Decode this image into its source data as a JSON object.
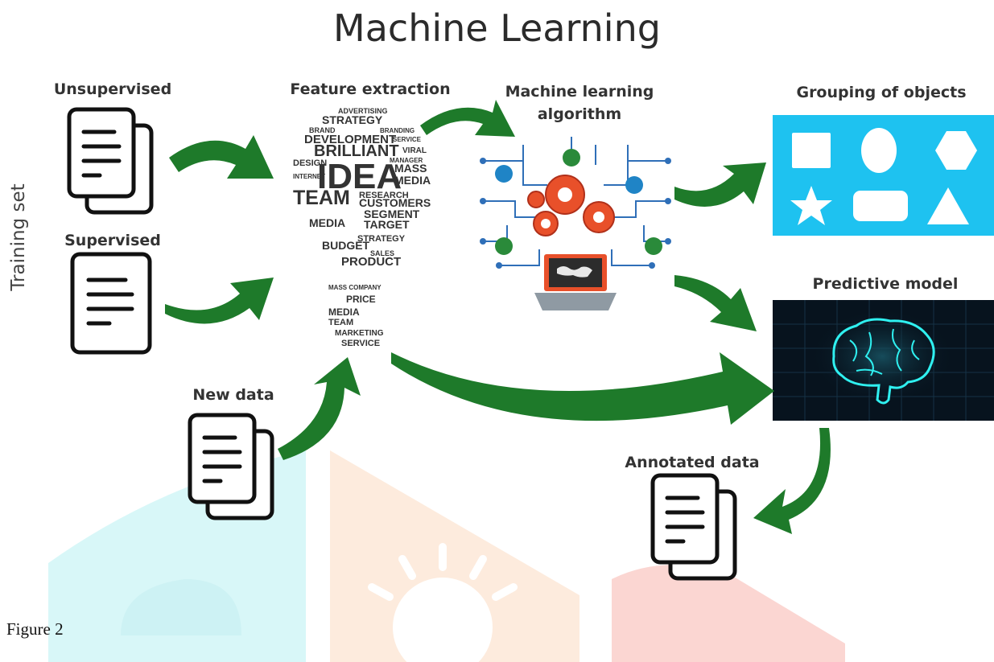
{
  "title": "Machine Learning",
  "side_label": "Training set",
  "labels": {
    "unsupervised": "Unsupervised",
    "supervised": "Supervised",
    "new_data": "New data",
    "feature_extraction": "Feature extraction",
    "ml_algorithm_line1": "Machine learning",
    "ml_algorithm_line2": "algorithm",
    "grouping": "Grouping of objects",
    "predictive": "Predictive model",
    "annotated": "Annotated data"
  },
  "word_cloud": {
    "w1": "ADVERTISING",
    "w2": "STRATEGY",
    "w3": "BRAND",
    "w4": "BRANDING",
    "w5": "DEVELOPMENT",
    "w6": "SERVICE",
    "w7": "BRILLIANT",
    "w8": "VIRAL",
    "w9": "DESIGN",
    "w10": "IDEA",
    "w11": "MASS",
    "w12": "MEDIA",
    "w13": "TEAM",
    "w14": "RESEARCH",
    "w15": "CUSTOMERS",
    "w16": "SEGMENT",
    "w17": "MEDIA",
    "w18": "TARGET",
    "w19": "STRATEGY",
    "w20": "BUDGET",
    "w21": "PRODUCT",
    "w22": "MASS COMPANY",
    "w23": "PRICE",
    "w24": "MEDIA",
    "w25": "TEAM",
    "w26": "MARKETING",
    "w27": "SERVICE",
    "w28": "INTERNET",
    "w29": "MANAGER",
    "w30": "SALES"
  },
  "caption": "Figure 2",
  "colors": {
    "arrow": "#1e7a2a",
    "grouping_bg": "#1ec2f0",
    "model_bg": "#07131e",
    "brain": "#2ff0f0",
    "watermark_cyan": "#d6f6f8",
    "watermark_orange": "#fde8d8",
    "watermark_red": "#fbd3cf"
  }
}
